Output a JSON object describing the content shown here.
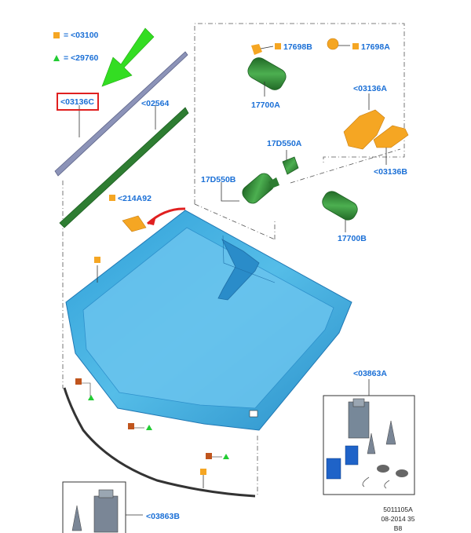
{
  "legend": {
    "square_text": "= <03100",
    "triangle_text": "= <29760"
  },
  "labels": {
    "l_03136C": "<03136C",
    "l_02564": "<02564",
    "l_214A92": "<214A92",
    "l_17698B": "17698B",
    "l_17698A": "17698A",
    "l_17700A": "17700A",
    "l_17D550A": "17D550A",
    "l_17D550B": "17D550B",
    "l_03136A": "<03136A",
    "l_03136B": "<03136B",
    "l_17700B": "17700B",
    "l_03863A": "<03863A",
    "l_03863B": "<03863B"
  },
  "footer": {
    "line1": "5011105A",
    "line2": "08-2014 35",
    "line3": "B8"
  },
  "colors": {
    "label_blue": "#1a6fd6",
    "glass_blue": "#3aa9df",
    "trim_green": "#2e7d32",
    "part_orange": "#f5a623",
    "highlight_red": "#e02020",
    "arrow_green": "#33dd22"
  }
}
